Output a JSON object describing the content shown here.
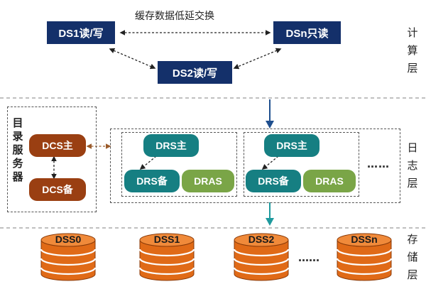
{
  "compute": {
    "caption": "缓存数据低延交换",
    "nodes": {
      "ds1": {
        "label": "DS1读/写"
      },
      "dsn": {
        "label": "DSn只读"
      },
      "ds2": {
        "label": "DS2读/写"
      }
    }
  },
  "layers": {
    "compute": "计算层",
    "log": "日志层",
    "storage": "存储层"
  },
  "directory": {
    "label": "目录服务器",
    "dcs_primary": "DCS主",
    "dcs_backup": "DCS备"
  },
  "log_groups": [
    {
      "primary": "DRS主",
      "backup": "DRS备",
      "dras": "DRAS"
    },
    {
      "primary": "DRS主",
      "backup": "DRS备",
      "dras": "DRAS"
    }
  ],
  "log_ellipsis": "……",
  "storage": {
    "nodes": [
      "DSS0",
      "DSS1",
      "DSS2",
      "DSSn"
    ],
    "ellipsis": "……"
  },
  "colors": {
    "navy": "#14306a",
    "brown": "#9a3f12",
    "teal": "#167f82",
    "green": "#7aa547",
    "arrow_blue": "#1f4f8e",
    "arrow_teal": "#1f9a9e",
    "cylinder": "#e06a17"
  }
}
